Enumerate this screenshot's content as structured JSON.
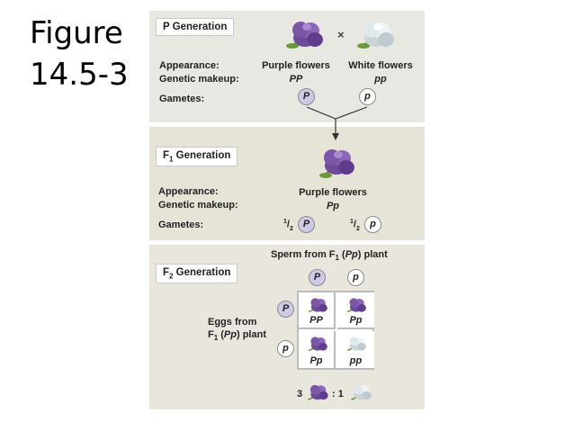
{
  "figure_title": {
    "line1": "Figure",
    "line2": "14.5-3"
  },
  "colors": {
    "purple": "#7b55a8",
    "white_flower": "#e8f0f0",
    "panel1": "#e8e8e2",
    "panel2": "#e6e4d7",
    "panel3": "#e9e7dd"
  },
  "p_generation": {
    "label": "P Generation",
    "appearance_label": "Appearance:",
    "genetic_label": "Genetic makeup:",
    "gametes_label": "Gametes:",
    "cross_symbol": "×",
    "parent1": {
      "appearance": "Purple flowers",
      "genotype": "PP",
      "gamete": "P",
      "icon": "purple-flower"
    },
    "parent2": {
      "appearance": "White flowers",
      "genotype": "pp",
      "gamete": "p",
      "icon": "white-flower"
    }
  },
  "f1_generation": {
    "label_prefix": "F",
    "label_sub": "1",
    "label_suffix": " Generation",
    "appearance_label": "Appearance:",
    "genetic_label": "Genetic makeup:",
    "gametes_label": "Gametes:",
    "appearance": "Purple flowers",
    "genotype": "Pp",
    "gamete1": {
      "fraction_num": "1",
      "fraction_den": "2",
      "allele": "P"
    },
    "gamete2": {
      "fraction_num": "1",
      "fraction_den": "2",
      "allele": "p"
    }
  },
  "f2_generation": {
    "label_prefix": "F",
    "label_sub": "2",
    "label_suffix": " Generation",
    "sperm_label_a": "Sperm from F",
    "sperm_label_sub": "1",
    "sperm_label_b": " (",
    "sperm_label_geno": "Pp",
    "sperm_label_c": ") plant",
    "eggs_label_line1": "Eggs from",
    "eggs_label_a": "F",
    "eggs_label_sub": "1",
    "eggs_label_b": " (",
    "eggs_label_geno": "Pp",
    "eggs_label_c": ") plant",
    "sperm_alleles": [
      "P",
      "p"
    ],
    "egg_alleles": [
      "P",
      "p"
    ],
    "punnett": [
      [
        "PP",
        "Pp"
      ],
      [
        "Pp",
        "pp"
      ]
    ],
    "ratio_left": "3",
    "ratio_sep": ": 1"
  }
}
